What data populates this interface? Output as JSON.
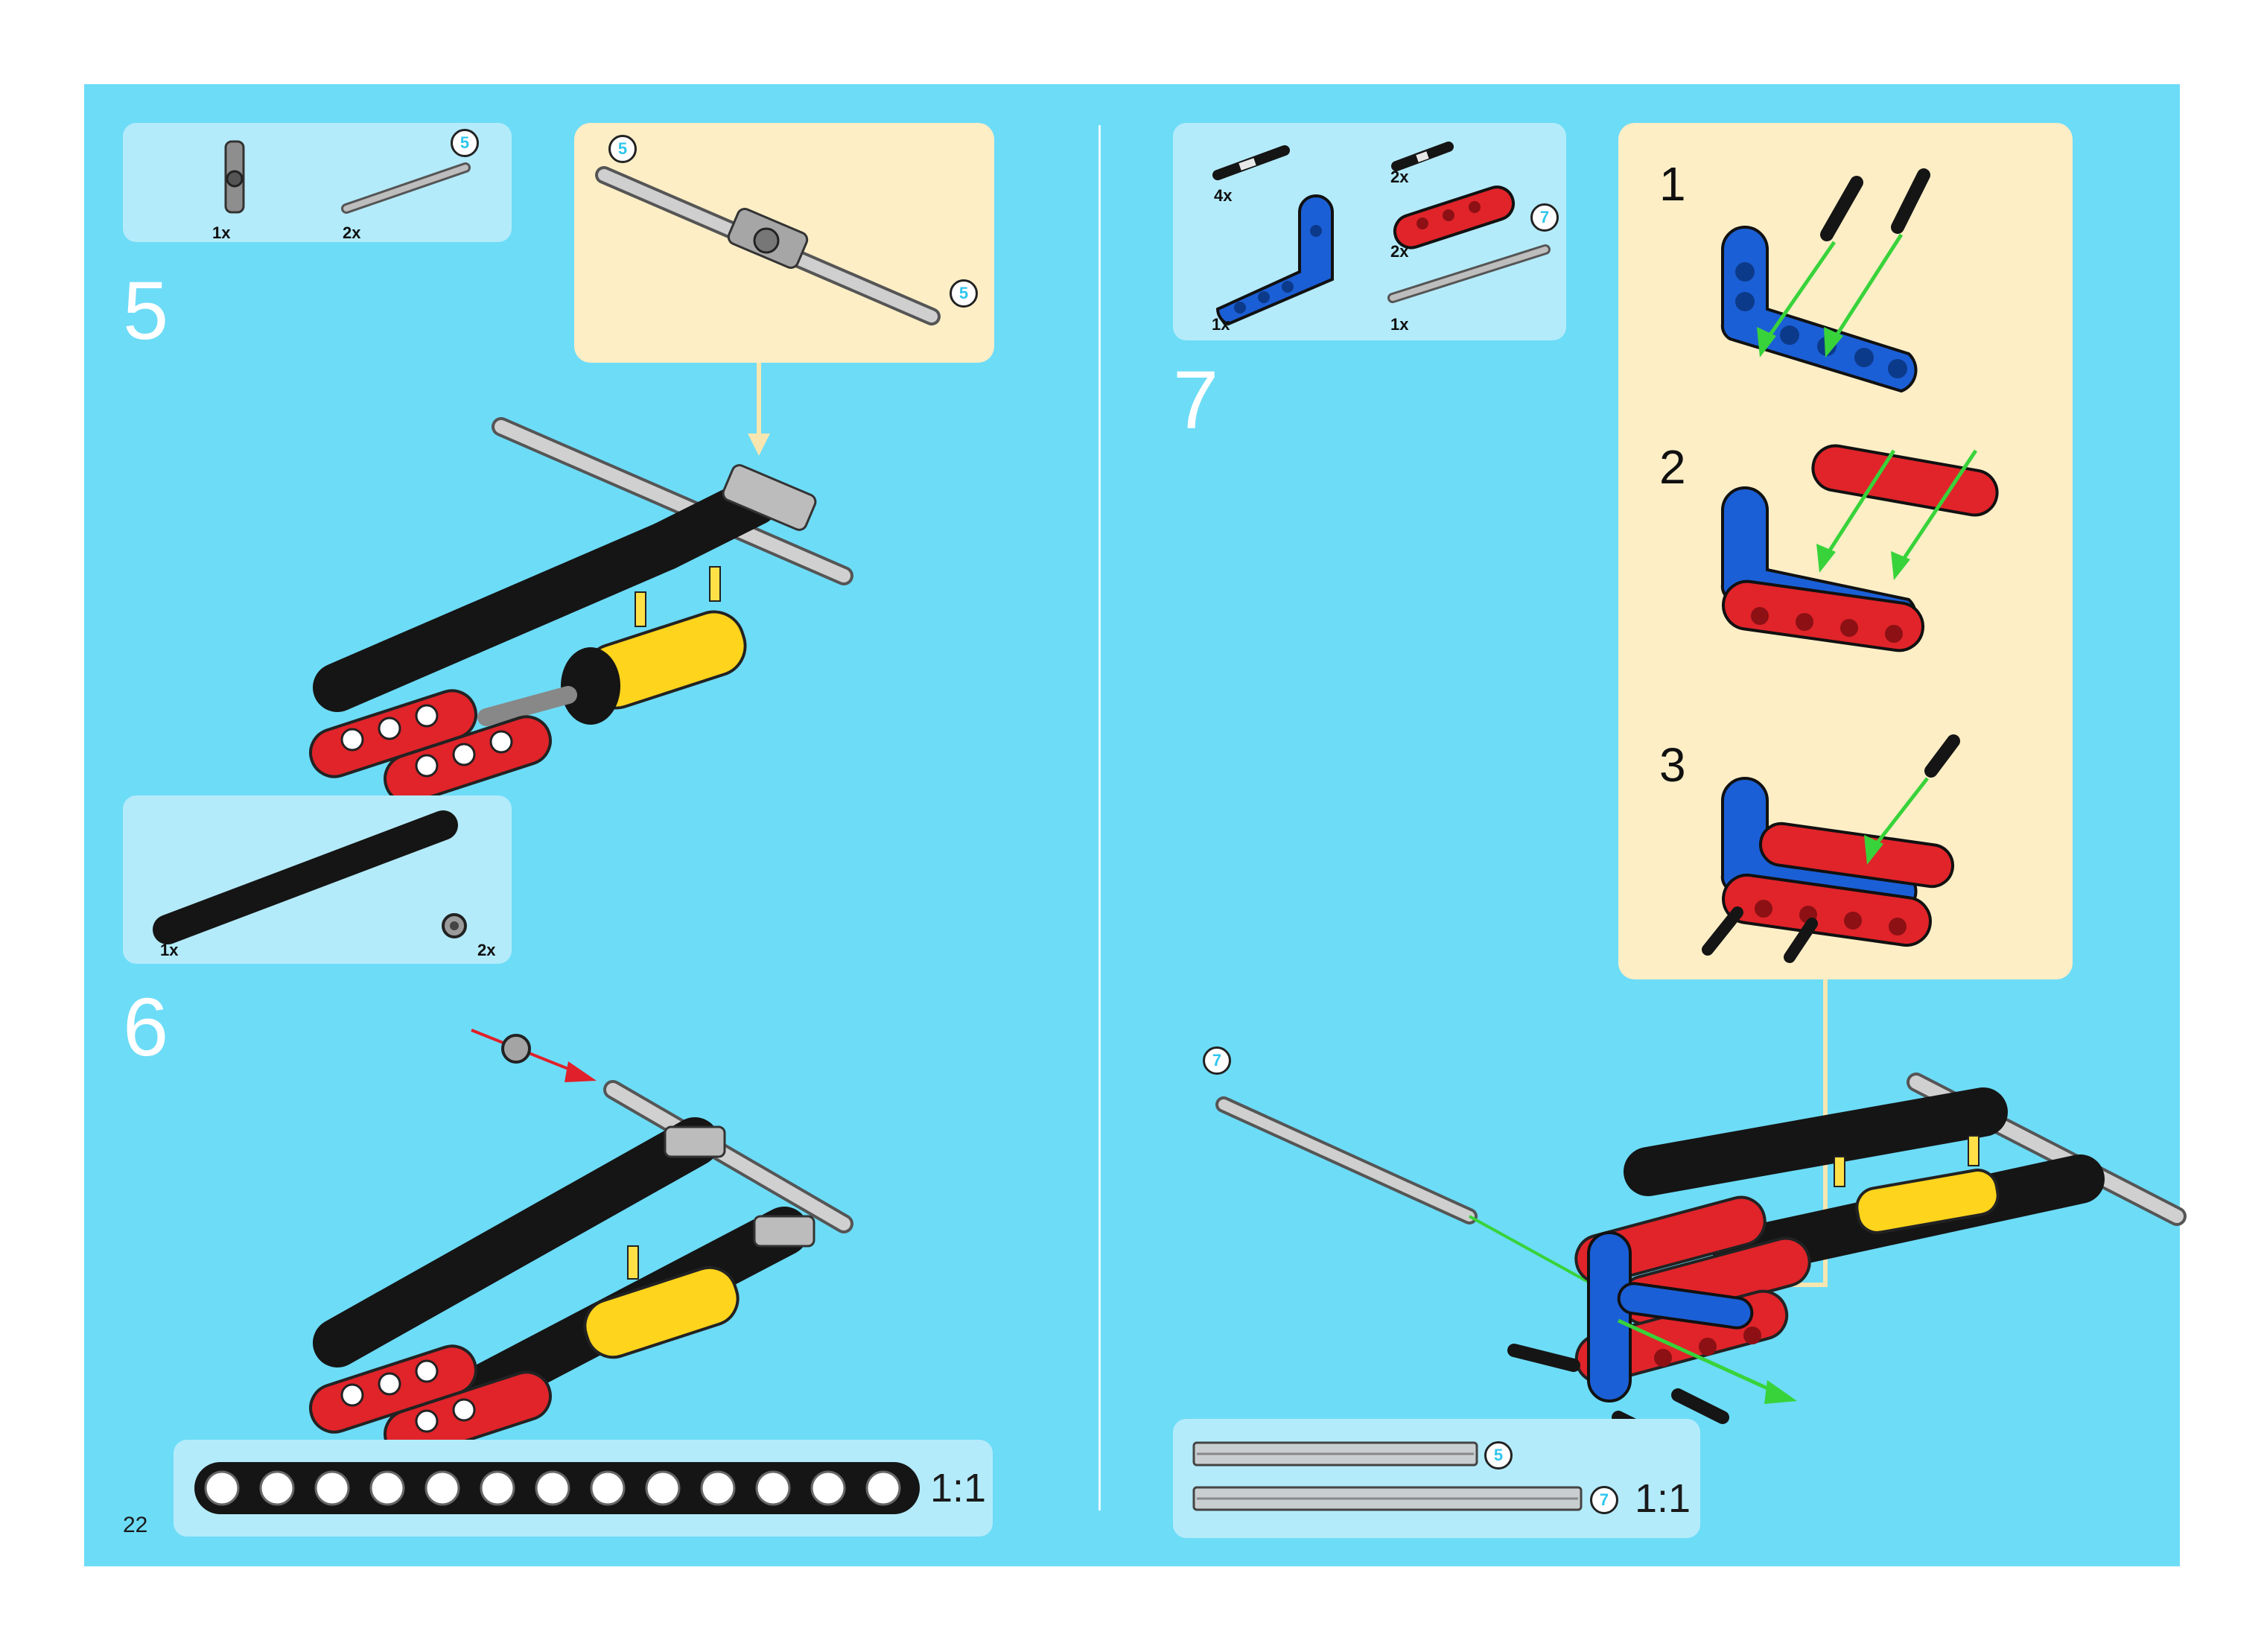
{
  "page_number": "22",
  "step5": {
    "number": "5",
    "parts": [
      {
        "name": "connector",
        "qty": "1x"
      },
      {
        "name": "axle",
        "qty": "2x",
        "length": "5"
      }
    ],
    "callout_badges": [
      "5",
      "5"
    ]
  },
  "step6": {
    "number": "6",
    "parts": [
      {
        "name": "black-beam",
        "qty": "1x"
      },
      {
        "name": "bush",
        "qty": "2x"
      }
    ],
    "ruler_ratio": "1:1"
  },
  "step7": {
    "number": "7",
    "parts": [
      {
        "name": "pin-long",
        "qty": "4x"
      },
      {
        "name": "pin-short",
        "qty": "2x"
      },
      {
        "name": "blue-l-beam",
        "qty": "1x"
      },
      {
        "name": "red-beam",
        "qty": "2x"
      },
      {
        "name": "axle",
        "qty": "1x",
        "length": "7"
      }
    ],
    "substeps": [
      "1",
      "2",
      "3"
    ],
    "model_badge": "7",
    "axle_lengths": [
      "5",
      "7"
    ],
    "ruler_ratio": "1:1"
  },
  "colors": {
    "page_background": "#6ddcf7",
    "parts_box": "#b4ebfb",
    "callout": "#fdeec6",
    "arrow_green": "#38d33a",
    "arrow_red": "#e0202a",
    "arrow_cream": "#f8e6b0",
    "brick_red": "#e0242a",
    "brick_blue": "#1b5fd6",
    "brick_yellow": "#ffd41c",
    "brick_black": "#151515",
    "brick_gray": "#c9c9c9"
  }
}
